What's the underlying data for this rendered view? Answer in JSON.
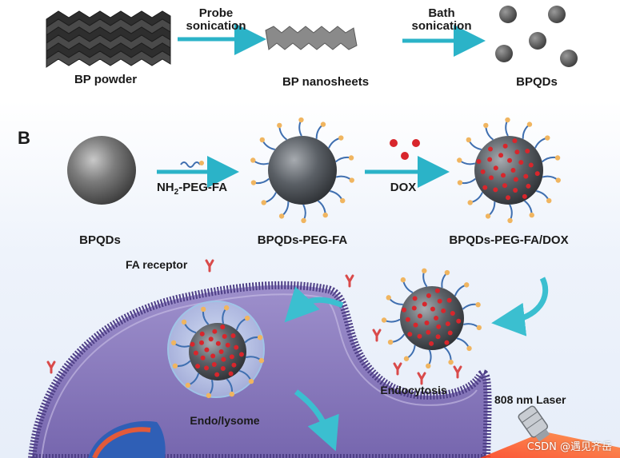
{
  "panel_a": {
    "bp_powder": "BP powder",
    "probe_line1": "Probe",
    "probe_line2": "sonication",
    "bp_nanosheets": "BP nanosheets",
    "bath_line1": "Bath",
    "bath_line2": "sonication",
    "bpqds": "BPQDs"
  },
  "panel_b": {
    "letter": "B",
    "bpqds": "BPQDs",
    "reagent_prefix": "NH",
    "reagent_sub": "2",
    "reagent_suffix": "-PEG-FA",
    "bpqds_peg_fa": "BPQDs-PEG-FA",
    "dox": "DOX",
    "bpqds_peg_fa_dox": "BPQDs-PEG-FA/DOX"
  },
  "cell": {
    "fa_receptor": "FA receptor",
    "endo_lysome": "Endo/lysome",
    "endocytosis": "Endocytosis",
    "laser": "808 nm Laser"
  },
  "watermark": "CSDN @遇见齐岳",
  "colors": {
    "arrow": "#2bb3c8",
    "cell_membrane": "#6b5a9e",
    "cell_body": "#8e7fbf",
    "particle": "#555a60",
    "dox": "#d8262c",
    "peg_chain": "#3f6fb0",
    "fa_tip": "#f0b560",
    "laser": "#ff5a1e"
  }
}
